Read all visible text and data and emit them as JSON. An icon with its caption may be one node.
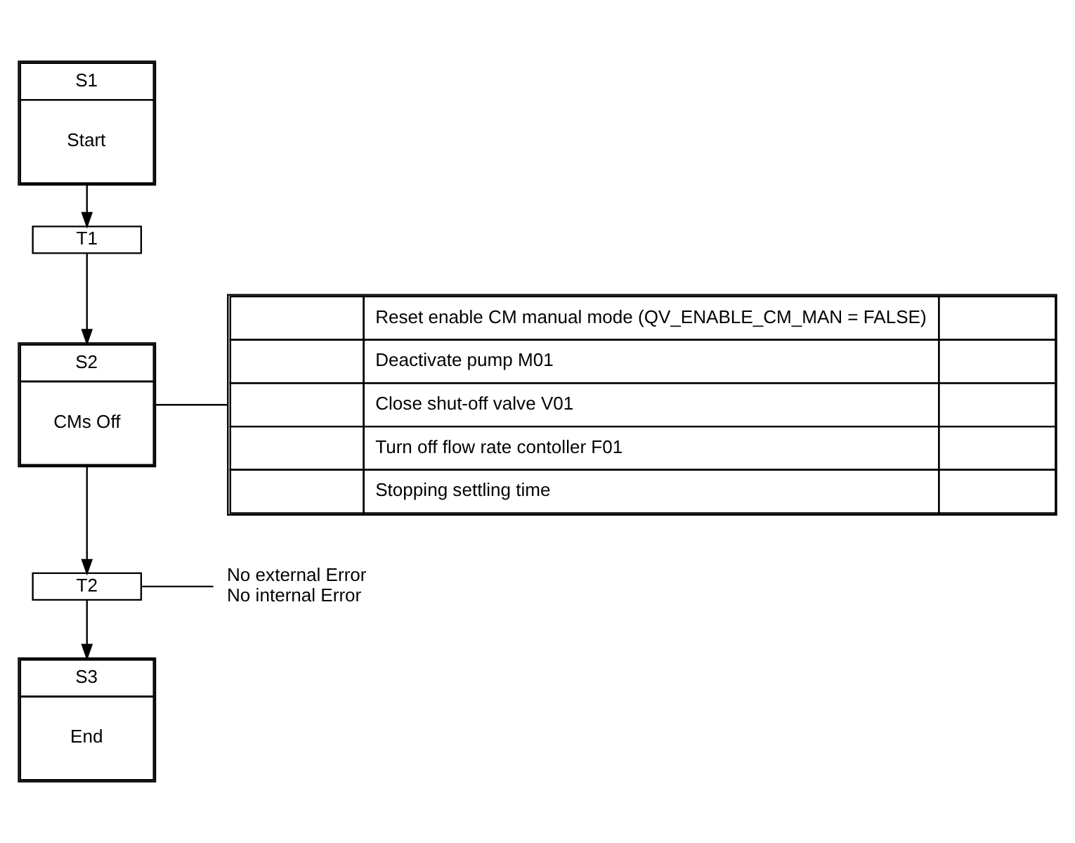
{
  "diagram": {
    "nodes": [
      {
        "text": [
          "S1",
          "Start"
        ]
      },
      {
        "text": [
          "T1"
        ]
      },
      {
        "text": [
          "S2",
          "CMs Off"
        ]
      },
      {
        "text": [
          "Reset enable CM manual mode (QV_ENABLE_CM_MAN = FALSE)",
          "Deactivate pump M01",
          "Close shut-off valve V01",
          "Turn off flow rate contoller F01",
          "Stopping settling time"
        ]
      },
      {
        "text": [
          "T2"
        ]
      },
      {
        "text": [
          "No external Error",
          "No internal Error"
        ]
      },
      {
        "text": [
          "S3",
          "End"
        ]
      }
    ],
    "edges": [
      {
        "from": 0,
        "to": 1,
        "arrow": "to"
      },
      {
        "from": 1,
        "to": 2,
        "arrow": "to"
      },
      {
        "from": 2,
        "to": 3,
        "arrow": "none"
      },
      {
        "from": 2,
        "to": 4,
        "arrow": "to"
      },
      {
        "from": 4,
        "to": 5,
        "arrow": "none"
      },
      {
        "from": 4,
        "to": 6,
        "arrow": "to"
      }
    ]
  }
}
